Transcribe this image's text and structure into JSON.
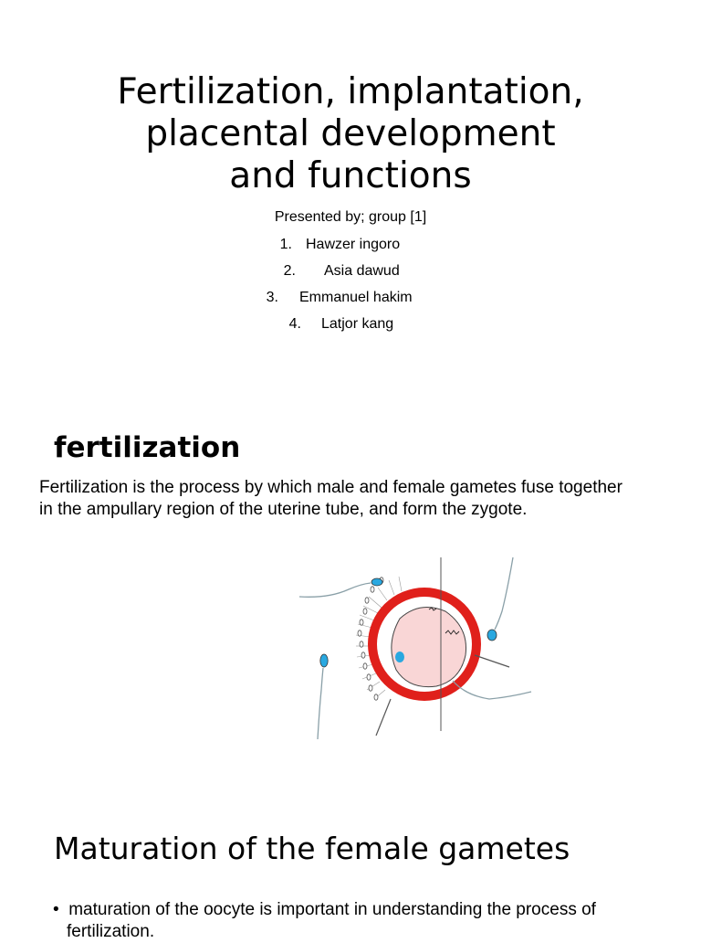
{
  "title_slide": {
    "title_lines": [
      "Fertilization, implantation,",
      "placental development",
      "and functions"
    ],
    "presented_by": "Presented by; group [1]",
    "members": [
      {
        "num": "1.",
        "name": "Hawzer ingoro"
      },
      {
        "num": "2.",
        "name": "Asia dawud"
      },
      {
        "num": "3.",
        "name": "Emmanuel hakim"
      },
      {
        "num": "4.",
        "name": "Latjor kang"
      }
    ]
  },
  "fertilization_slide": {
    "heading": "fertilization",
    "text": "Fertilization is the process by which male and female gametes fuse together in the ampullary region of the uterine tube, and form the zygote."
  },
  "maturation_slide": {
    "heading": "Maturation of the female gametes",
    "bullet_marker": "•",
    "bullet": "maturation of the oocyte is important in understanding the process of fertilization."
  },
  "colors": {
    "zona_red": "#e0201b",
    "oocyte_pink": "#f9d6d6",
    "sperm_blue": "#29a8e0"
  }
}
